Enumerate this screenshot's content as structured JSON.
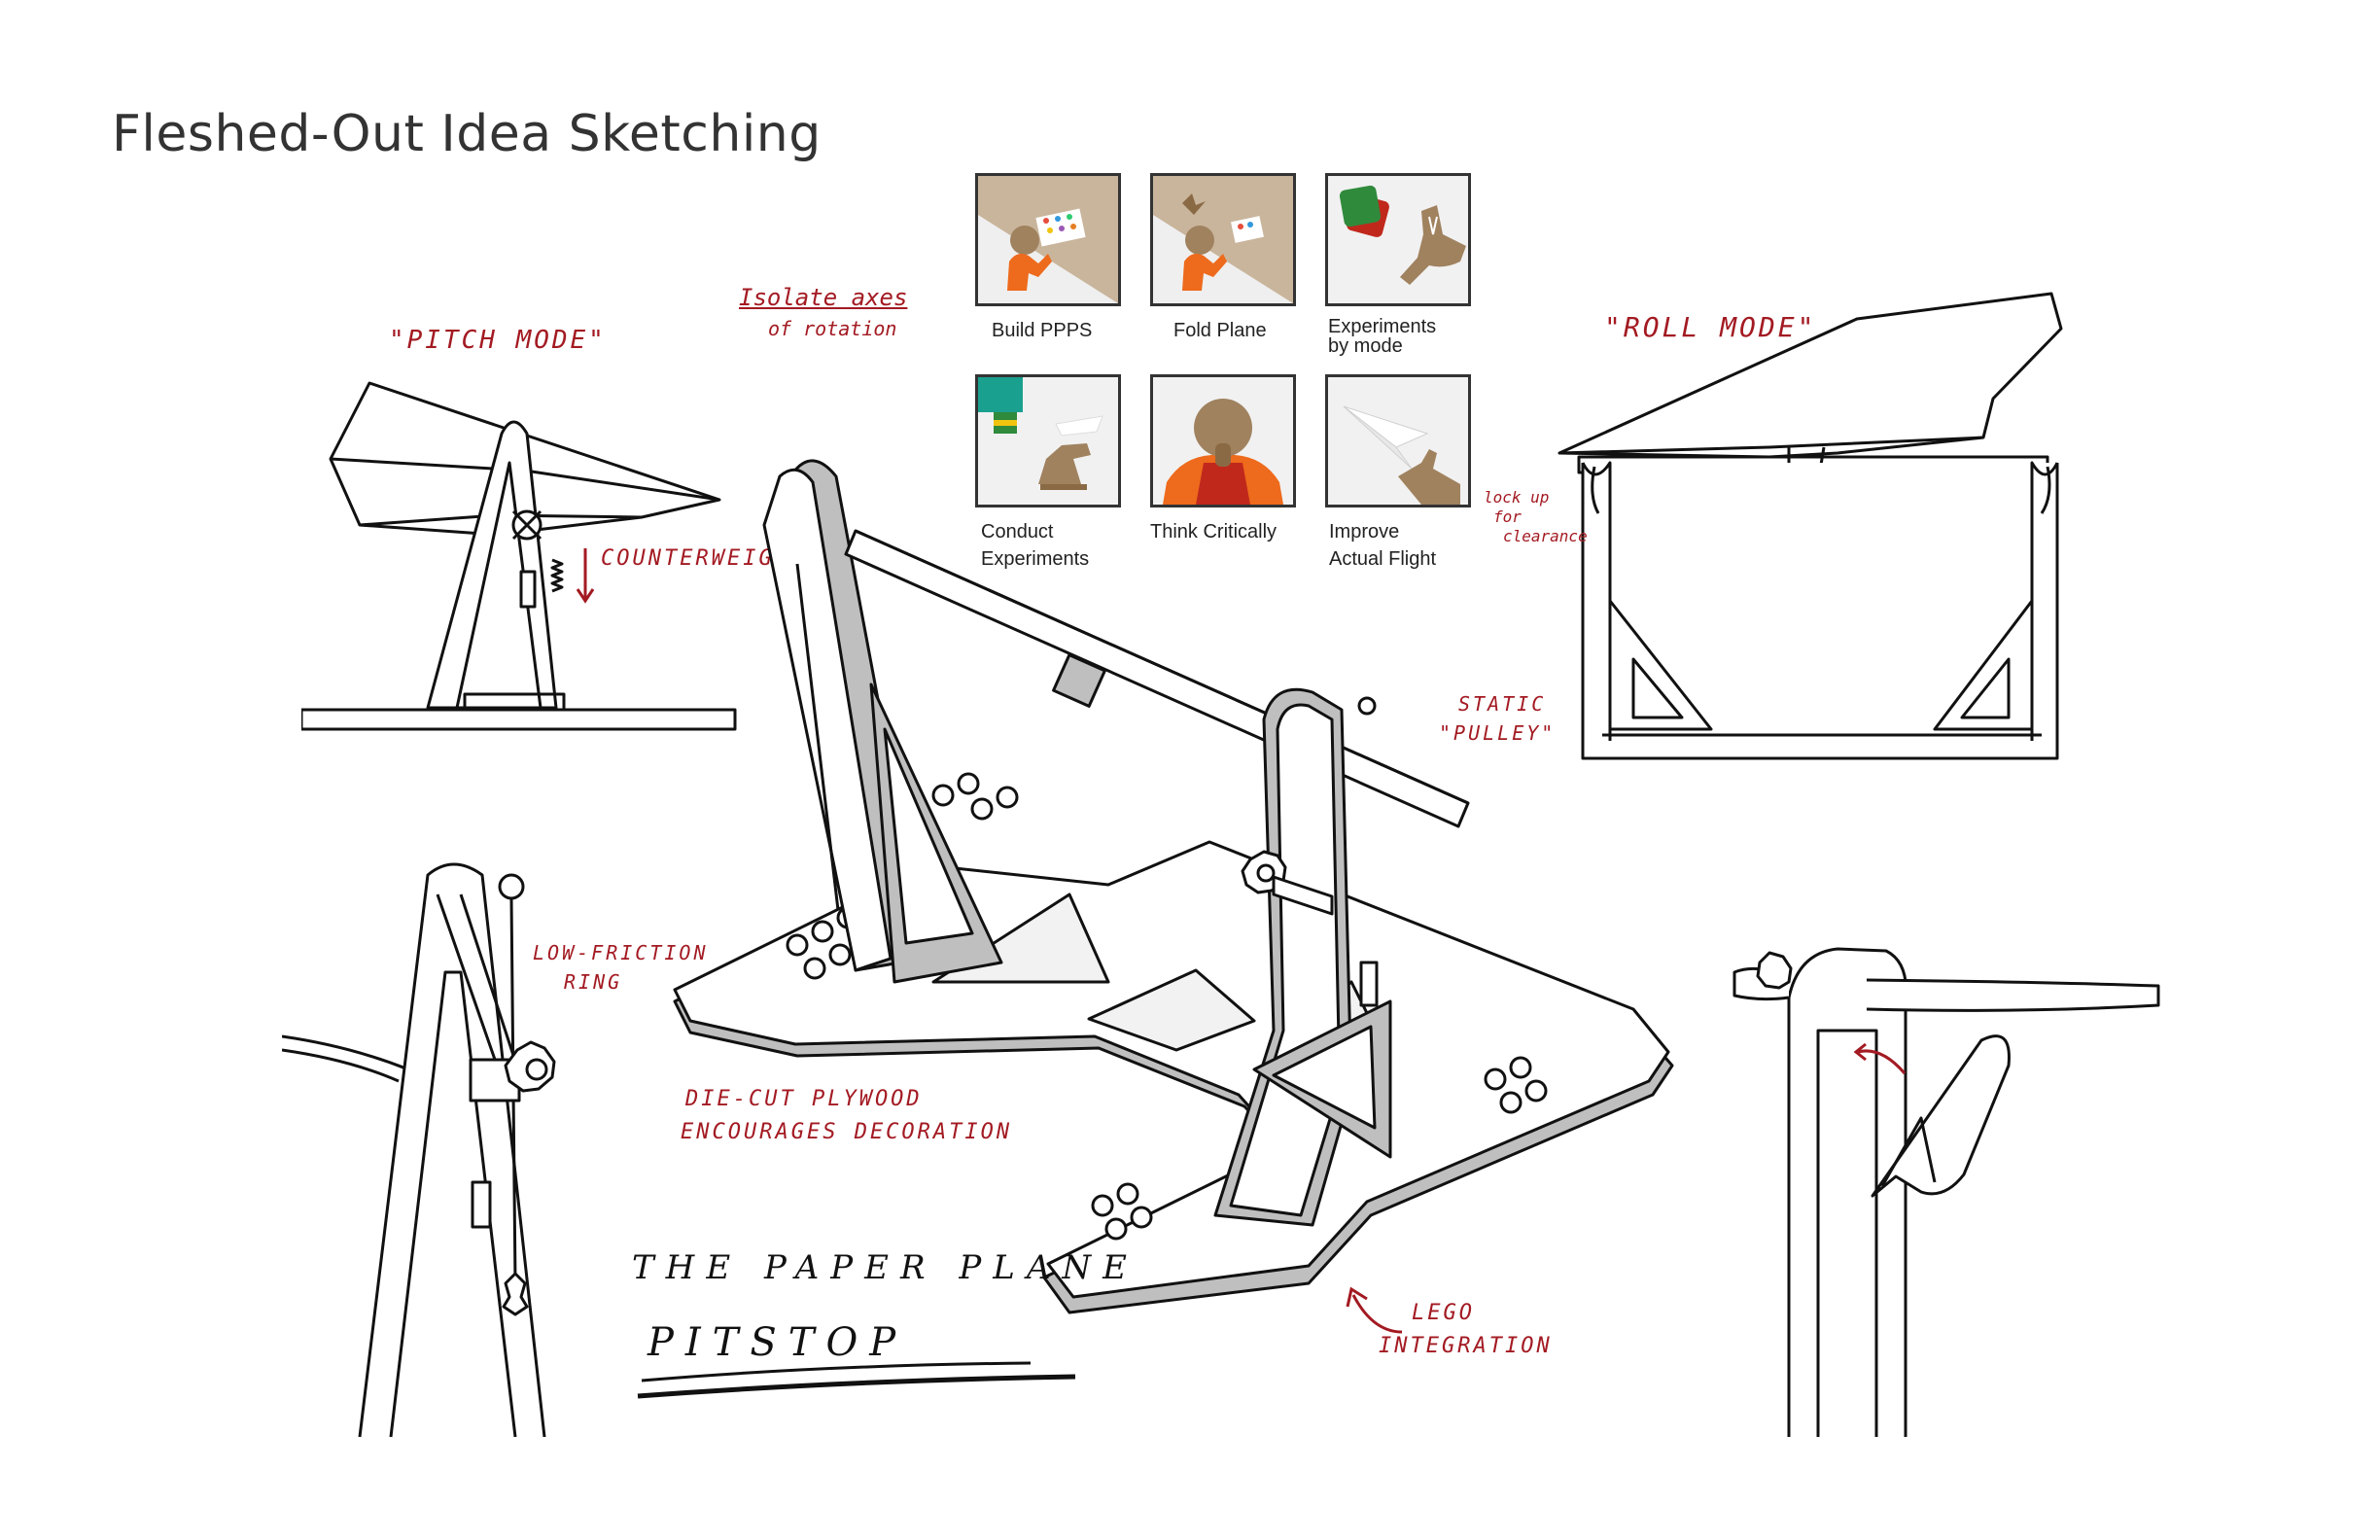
{
  "title": "Fleshed-Out Idea Sketching",
  "annotations": {
    "pitch_mode": "\"PITCH MODE\"",
    "roll_mode": "\"ROLL MODE\"",
    "isolate_line1": "Isolate axes",
    "isolate_line2": "of rotation",
    "counterweight": "COUNTERWEIGHT",
    "lock_line1": "lock up",
    "lock_line2": "for",
    "lock_line3": "clearance",
    "static_line1": "STATIC",
    "static_line2": "\"PULLEY\"",
    "low_friction_line1": "LOW-FRICTION",
    "low_friction_line2": "RING",
    "die_cut_line1": "DIE-CUT PLYWOOD",
    "die_cut_line2": "ENCOURAGES DECORATION",
    "lego_line1": "LEGO",
    "lego_line2": "INTEGRATION"
  },
  "sketch_title": {
    "line1": "THE PAPER PLANE",
    "line2": "PITSTOP"
  },
  "steps": [
    {
      "line1": "Build PPPS",
      "line2": ""
    },
    {
      "line1": "Fold Plane",
      "line2": ""
    },
    {
      "line1": "Experiments",
      "line2": "by mode"
    },
    {
      "line1": "Conduct",
      "line2": "Experiments"
    },
    {
      "line1": "Think Critically",
      "line2": ""
    },
    {
      "line1": "Improve",
      "line2": "Actual Flight"
    }
  ],
  "colors": {
    "annotation_red": "#a31a22",
    "ink": "#111111",
    "frame_gray": "#bfbfbf",
    "icon_orange": "#ee6a1c",
    "icon_brown": "#a0825f",
    "icon_tan": "#c9b59c",
    "icon_green": "#2f8a3c",
    "icon_teal": "#1aa08f",
    "icon_red": "#c0281c"
  }
}
